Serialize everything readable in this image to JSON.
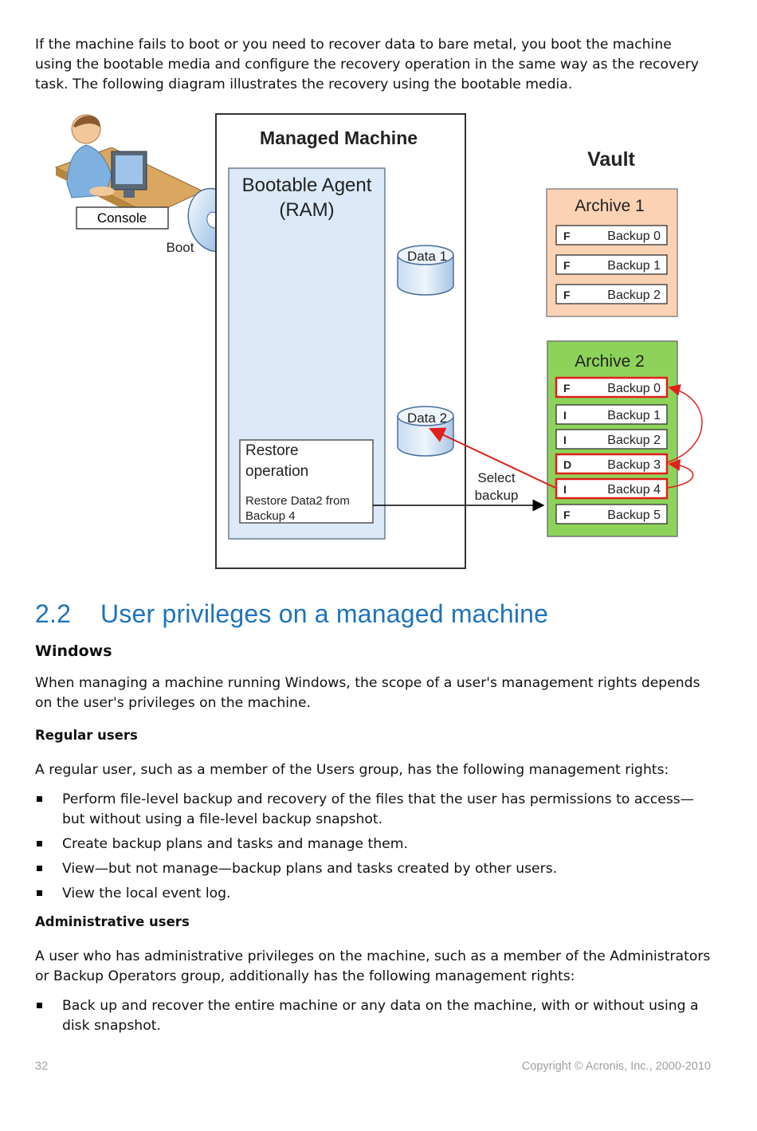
{
  "intro": "If the machine fails to boot or you need to recover data to bare metal, you boot the machine using the bootable media and configure the recovery operation in the same way as the recovery task. The following diagram illustrates the recovery using the bootable media.",
  "diagram": {
    "console_label": "Console",
    "boot_label": "Boot",
    "managed_machine": "Managed Machine",
    "bootable_agent_line1": "Bootable Agent",
    "bootable_agent_line2": "(RAM)",
    "data1": "Data 1",
    "data2": "Data 2",
    "restore_line1": "Restore",
    "restore_line2": "operation",
    "restore_detail1": "Restore Data2 from",
    "restore_detail2": "Backup 4",
    "select_line1": "Select",
    "select_line2": "backup",
    "vault": "Vault",
    "archive1": {
      "title": "Archive 1",
      "backups": [
        {
          "type": "F",
          "name": "Backup 0"
        },
        {
          "type": "F",
          "name": "Backup 1"
        },
        {
          "type": "F",
          "name": "Backup 2"
        }
      ]
    },
    "archive2": {
      "title": "Archive 2",
      "backups": [
        {
          "type": "F",
          "name": "Backup 0"
        },
        {
          "type": "I",
          "name": "Backup 1"
        },
        {
          "type": "I",
          "name": "Backup 2"
        },
        {
          "type": "D",
          "name": "Backup 3"
        },
        {
          "type": "I",
          "name": "Backup 4"
        },
        {
          "type": "F",
          "name": "Backup 5"
        }
      ]
    }
  },
  "section": {
    "number": "2.2",
    "title": "User privileges on a managed machine"
  },
  "windows": {
    "heading": "Windows",
    "text": "When managing a machine running Windows, the scope of a user's management rights depends on the user's privileges on the machine."
  },
  "regular": {
    "heading": "Regular users",
    "text": "A regular user, such as a member of the Users group, has the following management rights:",
    "items": [
      "Perform file-level backup and recovery of the files that the user has permissions to access—but without using a file-level backup snapshot.",
      "Create backup plans and tasks and manage them.",
      "View—but not manage—backup plans and tasks created by other users.",
      "View the local event log."
    ]
  },
  "admin": {
    "heading": "Administrative users",
    "text": "A user who has administrative privileges on the machine, such as a member of the Administrators or Backup Operators group, additionally has the following management rights:",
    "items": [
      "Back up and recover the entire machine or any data on the machine, with or without using a disk snapshot."
    ]
  },
  "footer": {
    "page_number": "32",
    "copyright": "Copyright © Acronis, Inc., 2000-2010"
  },
  "colors": {
    "heading_blue": "#1e73be",
    "archive1_fill": "#fbd2b4",
    "archive2_fill": "#8dd35a",
    "agent_fill": "#dbe9f8",
    "highlight_red": "#e0201a"
  }
}
